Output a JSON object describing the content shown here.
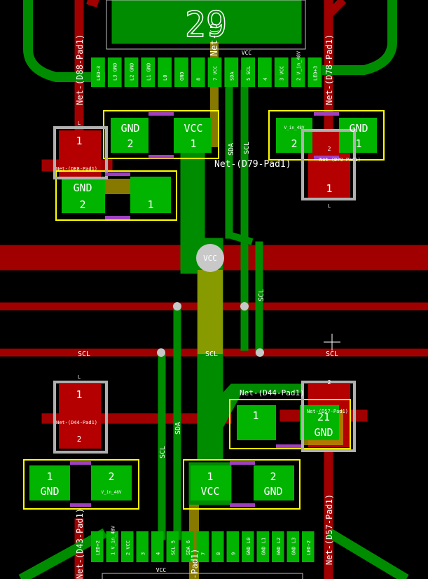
{
  "colors": {
    "background": "#000000",
    "front_copper": "#008c00",
    "front_pad": "#00b400",
    "back_copper": "#a00000",
    "back_pad": "#b40000",
    "overlap": "#b4a000",
    "silkscreen": "#ffff00",
    "courtyard": "#c0c0c0",
    "paste": "#a040c0",
    "text": "#ffffff"
  },
  "ic_top": {
    "ref_number": "29",
    "net_label": "VCC",
    "pins": [
      "LED-3",
      "L3 GND",
      "L2 GND",
      "L1 GND",
      "L0",
      "GND",
      "8",
      "7 VCC",
      "SDA",
      "5 SCL",
      "4",
      "3 VCC",
      "2 V_in_48V",
      "LED+3"
    ]
  },
  "ic_bottom": {
    "net_label": "VCC",
    "pins": [
      "LED+2",
      "1 V_in_48V",
      "2 VCC",
      "3",
      "4",
      "SCL 5",
      "SDA 6",
      "7",
      "8",
      "9",
      "GND L0",
      "GND L1",
      "GND L2",
      "GND L3",
      "LED-2"
    ]
  },
  "nets": {
    "d88": "Net-(D88-Pad1)",
    "d88_small": "Net-(D88-Pad1)",
    "d78": "Net-(D78-Pad1)",
    "d79": "Net-(D79-Pad1)",
    "d79_small": "Net-(D79-Pad1)",
    "d44": "Net-(D44-Pad1)",
    "d44_small": "Net-(D44-Pad1)",
    "d57_small": "Net-(D57-Pad1)",
    "d57": "Net-(D57-Pad1)",
    "d43": "Net-(D43-Pad1)",
    "top_center": "Net-(D",
    "bottom_center": "-Pad1)"
  },
  "labels": {
    "vcc": "VCC",
    "gnd": "GND",
    "scl": "SCL",
    "sda": "SDA",
    "vin": "V_in_48V",
    "pin1": "1",
    "pin2": "2",
    "pin21": "21",
    "pinL": "L"
  }
}
